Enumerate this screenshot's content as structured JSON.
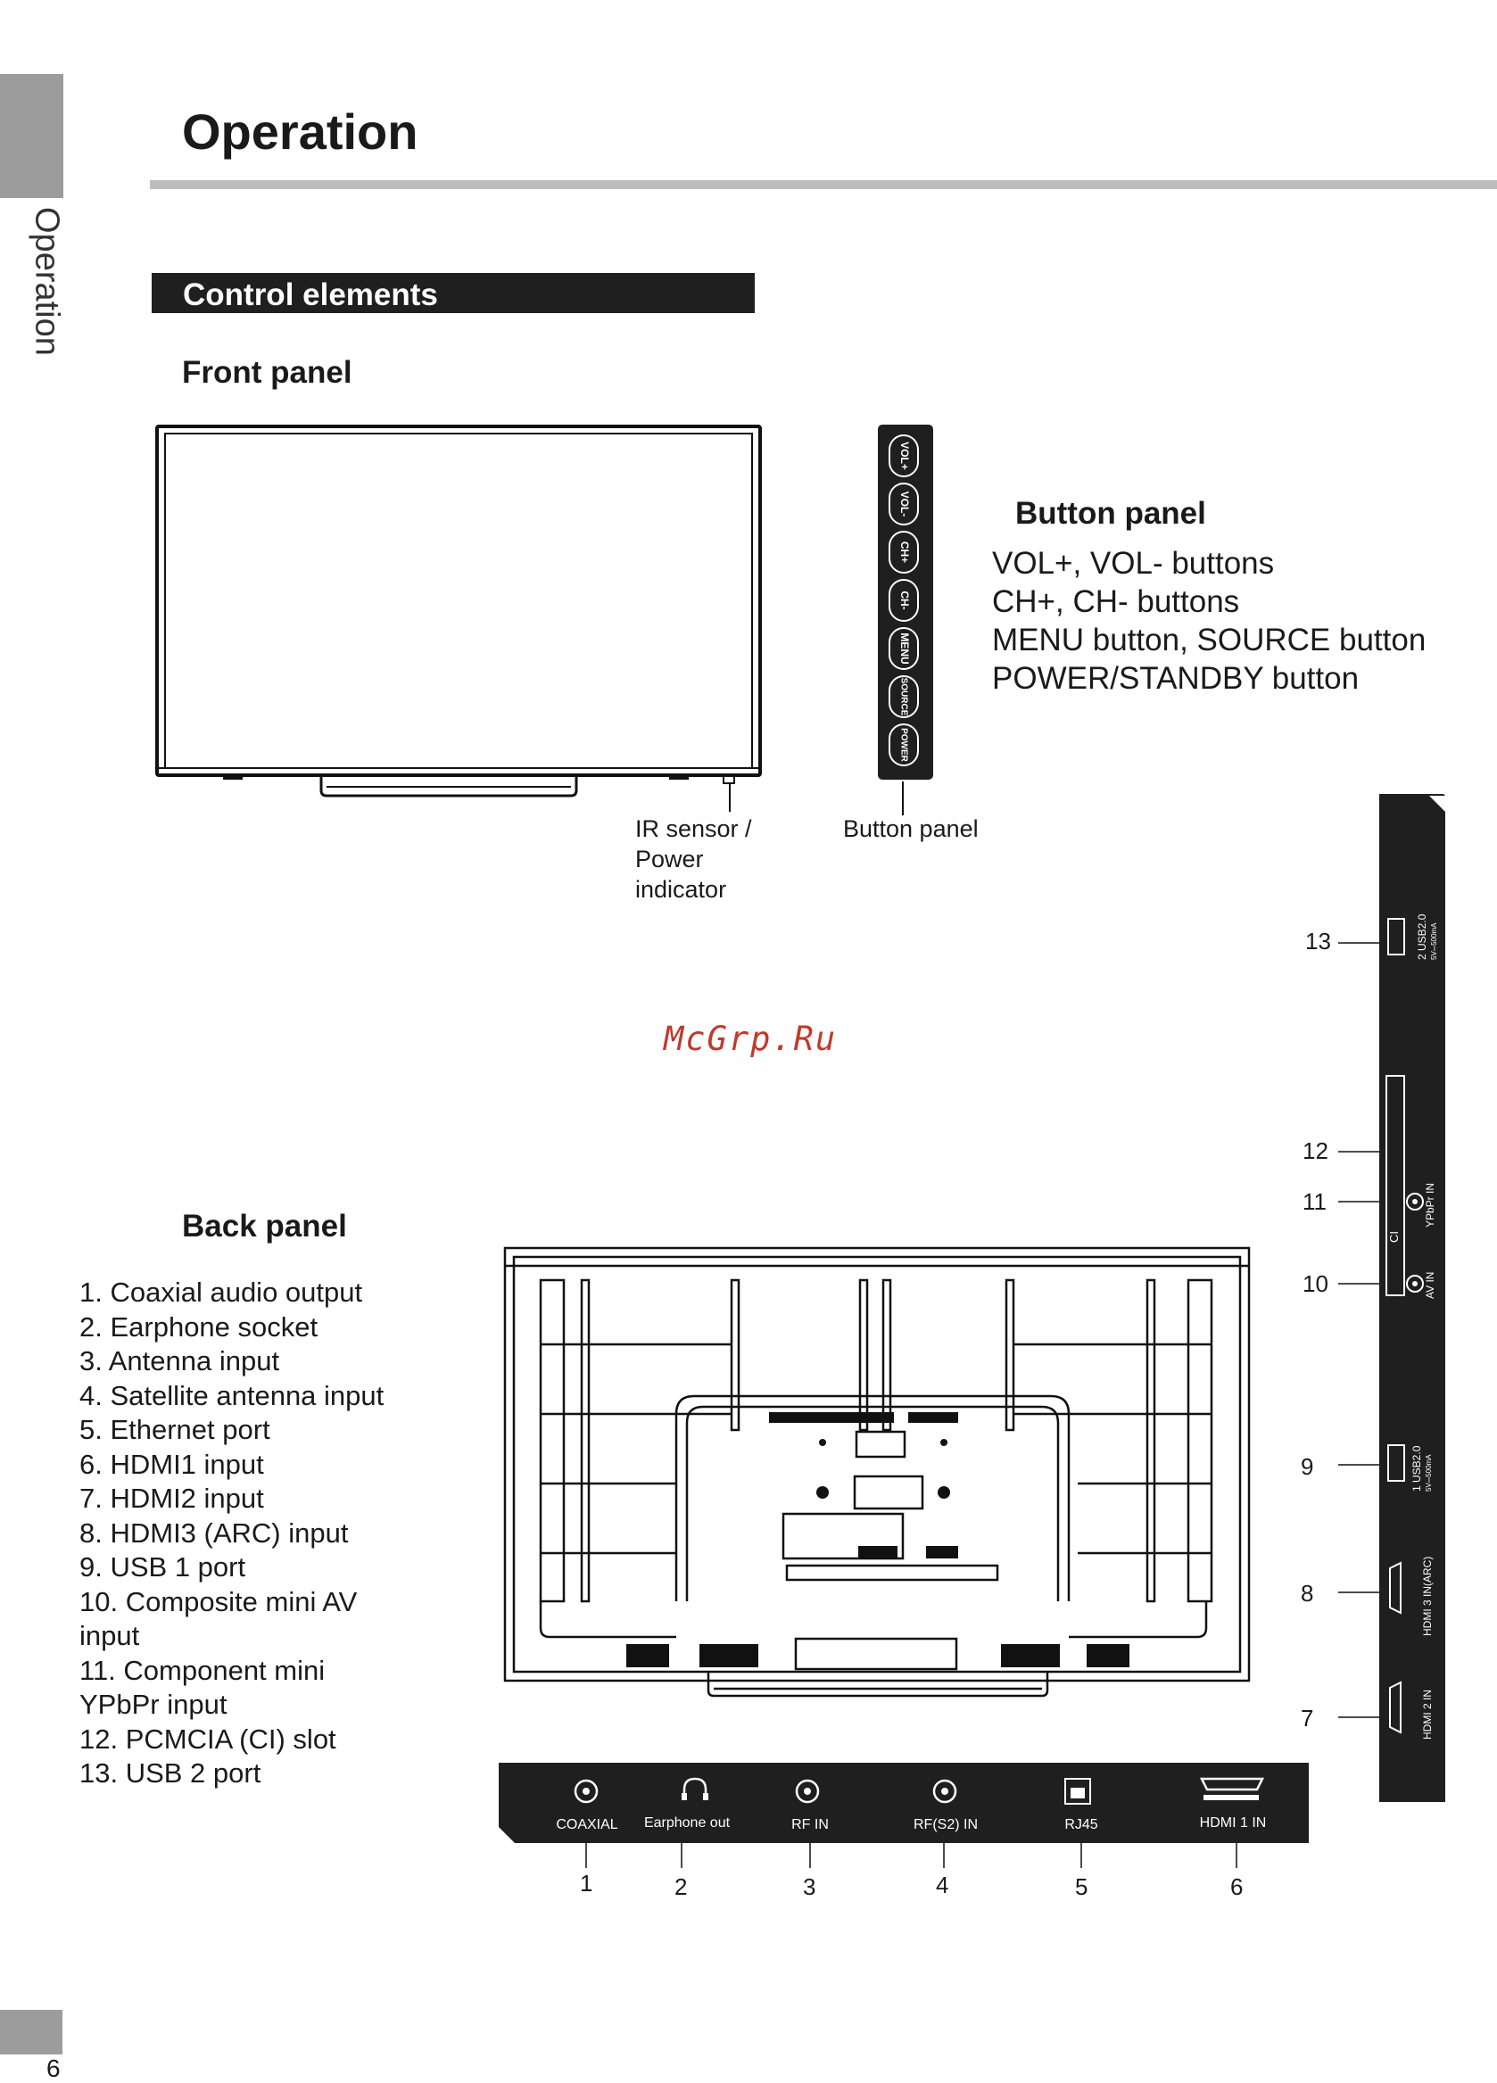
{
  "sidebar": {
    "label": "Operation"
  },
  "header": {
    "title": "Operation"
  },
  "section": {
    "title": "Control elements"
  },
  "front_panel": {
    "heading": "Front panel",
    "ir_caption": [
      "IR sensor /",
      "Power",
      "indicator"
    ],
    "button_caption": "Button panel"
  },
  "button_panel": {
    "heading": "Button panel",
    "keys": [
      "VOL+",
      "VOL-",
      "CH+",
      "CH-",
      "MENU",
      "SOURCE",
      "POWER"
    ],
    "lines": [
      "VOL+, VOL- buttons",
      "CH+, CH- buttons",
      "MENU button, SOURCE button",
      "POWER/STANDBY button"
    ]
  },
  "watermark": "McGrp.Ru",
  "back_panel": {
    "heading": "Back panel",
    "items": [
      "1. Coaxial audio output",
      "2. Earphone socket",
      "3. Antenna input",
      "4. Satellite antenna input",
      "5. Ethernet port",
      "6. HDMI1 input",
      "7. HDMI2 input",
      "8. HDMI3 (ARC) input",
      "9. USB 1 port",
      "10. Composite mini AV",
      "input",
      "11. Component mini",
      "YPbPr input",
      "12. PCMCIA (CI) slot",
      "13. USB 2 port"
    ]
  },
  "bottom_ports": {
    "labels": [
      "COAXIAL",
      "Earphone out",
      "RF IN",
      "RF(S2) IN",
      "RJ45",
      "HDMI 1 IN"
    ],
    "numbers": [
      "1",
      "2",
      "3",
      "4",
      "5",
      "6"
    ]
  },
  "side_ports": {
    "labels": [
      "2 USB2.0",
      "5V⎓500mA",
      "YPbPr IN",
      "CI",
      "AV IN",
      "1 USB2.0",
      "5V⎓500mA",
      "HDMI 3 IN(ARC)",
      "HDMI 2 IN"
    ],
    "numbers": [
      "13",
      "12",
      "11",
      "10",
      "9",
      "8",
      "7"
    ]
  },
  "page": {
    "number": "6"
  }
}
